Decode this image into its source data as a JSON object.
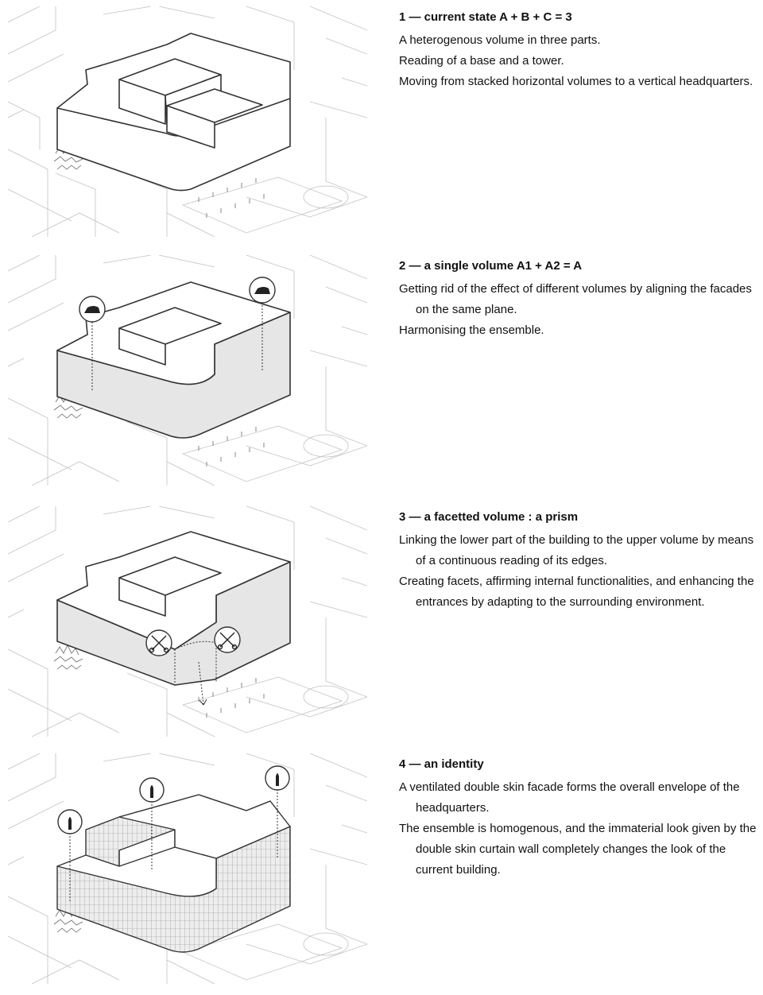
{
  "steps": [
    {
      "title": "1 — current state A + B + C = 3",
      "paragraphs": [
        "A heterogenous volume in three parts.",
        "Reading of a base and a tower.",
        "Moving from stacked horizontal volumes to a vertical headquarters."
      ]
    },
    {
      "title": "2 — a single volume A1 + A2 = A",
      "paragraphs": [
        "Getting rid of the effect of different volumes by aligning the facades on the same plane.",
        "Harmonising the ensemble."
      ]
    },
    {
      "title": "3 — a facetted volume : a prism",
      "paragraphs": [
        "Linking the lower part of the building to the upper volume by means of a continuous reading of its edges.",
        "Creating facets, affirming internal functionalities, and enhancing the entrances by adapting to the surrounding environment."
      ]
    },
    {
      "title": "4 — an identity",
      "paragraphs": [
        "A ventilated double skin facade forms the overall envelope of the headquarters.",
        "The ensemble is homogenous, and the immaterial look given by the double skin curtain wall completely changes the look of the current building."
      ]
    }
  ],
  "diagram_icons": {
    "step_2": "iron-icon",
    "step_3": "scissors-icon",
    "step_4": "brush-icon"
  },
  "colors": {
    "line": "#333333",
    "context_line": "#b8b8b8",
    "facade_fill": "#e6e6e6",
    "background": "#ffffff"
  }
}
